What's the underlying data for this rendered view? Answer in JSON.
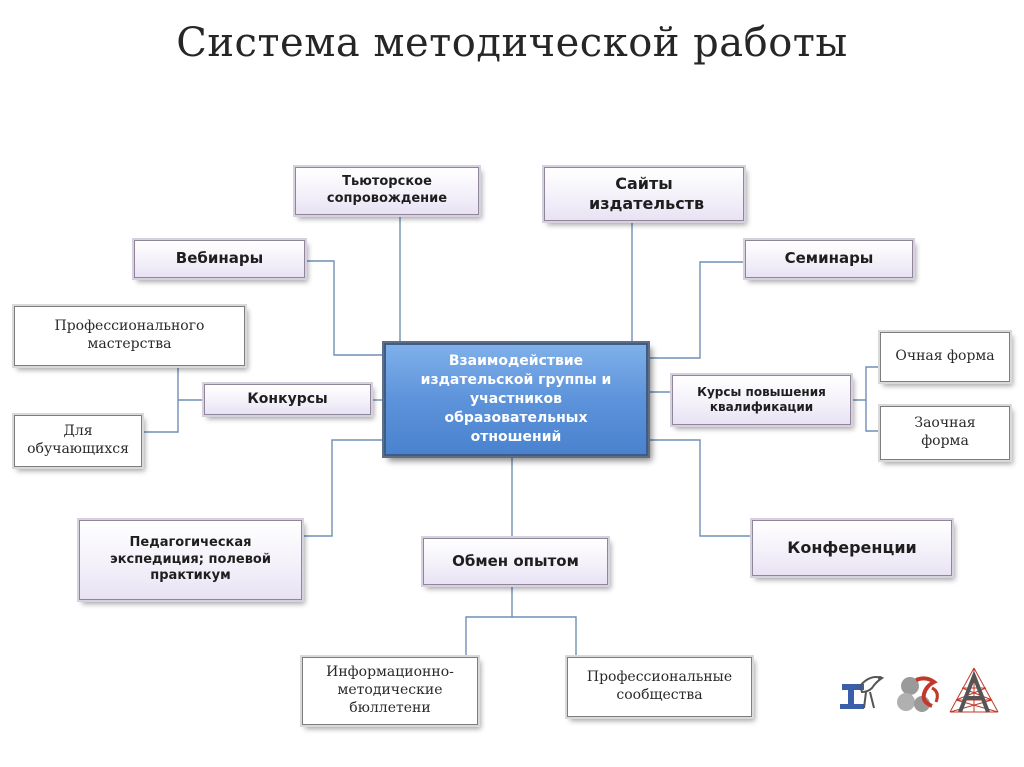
{
  "title": "Система методической работы",
  "center_node": "Взаимодействие издательской группы и участников образовательных отношений",
  "nodes": {
    "tutoring": "Тьюторское сопровождение",
    "publisher_sites": "Сайты издательств",
    "webinars": "Вебинары",
    "seminars": "Семинары",
    "professional_skill": "Профессионального мастерства",
    "contests": "Конкурсы",
    "for_students": "Для обучающихся",
    "courses": "Курсы повышения квалификации",
    "full_time": "Очная форма",
    "part_time": "Заочная форма",
    "expedition": "Педагогическая экспедиция; полевой практикум",
    "experience_exchange": "Обмен опытом",
    "conferences": "Конференции",
    "bulletins": "Информационно-методические бюллетени",
    "communities": "Профессиональные сообщества"
  },
  "colors": {
    "center_fill": "#5d93da",
    "purple_fill": "#e8e2f3",
    "connector": "#6f8fb5",
    "logo_blue": "#3b5ea8",
    "logo_red": "#c0392b",
    "logo_gray": "#9a9a9a"
  },
  "logos": [
    "bird-logo",
    "flower-logo",
    "letter-a-logo"
  ]
}
